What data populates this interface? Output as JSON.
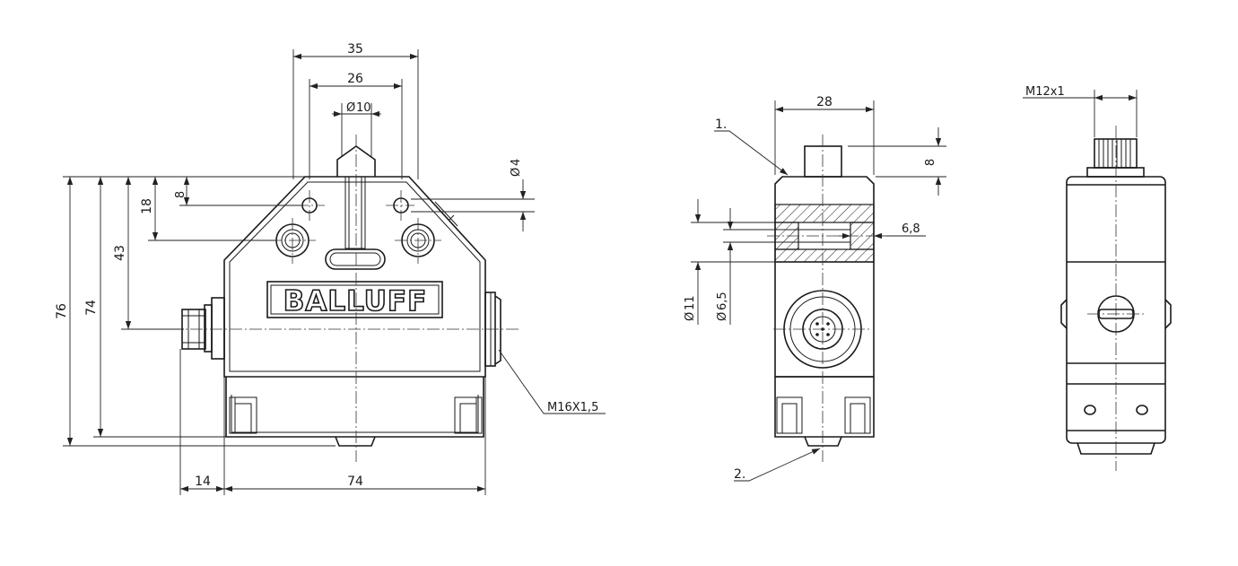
{
  "logo": {
    "text": "BALLUFF"
  },
  "front_view": {
    "dims": {
      "w35": "35",
      "w26": "26",
      "d10": "10",
      "d4": "4",
      "h8": "8",
      "h18": "18",
      "h43": "43",
      "h74": "74",
      "h76": "76",
      "w14": "14",
      "w74": "74"
    },
    "thread": "M16X1,5"
  },
  "side_view": {
    "dims": {
      "w28": "28",
      "h8": "8",
      "w68": "6,8",
      "d11": "11",
      "d65": "6,5"
    },
    "callout_1": "1.",
    "callout_2": "2."
  },
  "right_view": {
    "thread": "M12x1"
  },
  "symbols": {
    "diameter": "Ø"
  }
}
